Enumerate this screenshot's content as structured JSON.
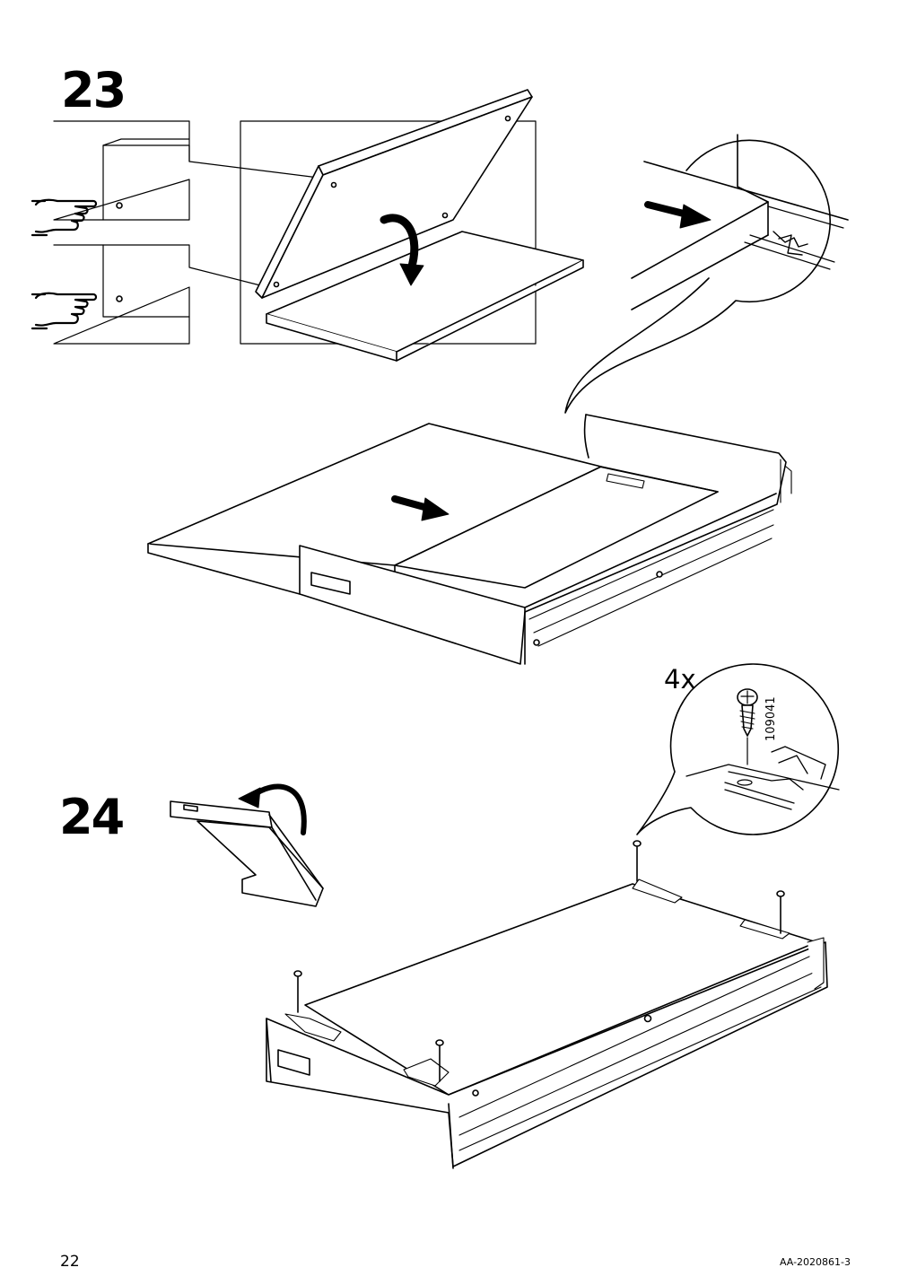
{
  "steps": [
    {
      "number": "23"
    },
    {
      "number": "24"
    }
  ],
  "hardware": {
    "quantity": "4x",
    "part_number": "109041"
  },
  "footer": {
    "page_number": "22",
    "document_code": "AA-2020861-3"
  },
  "icons": [
    "hand-pointing-icon",
    "curved-arrow-icon",
    "straight-arrow-icon",
    "screw-icon"
  ]
}
